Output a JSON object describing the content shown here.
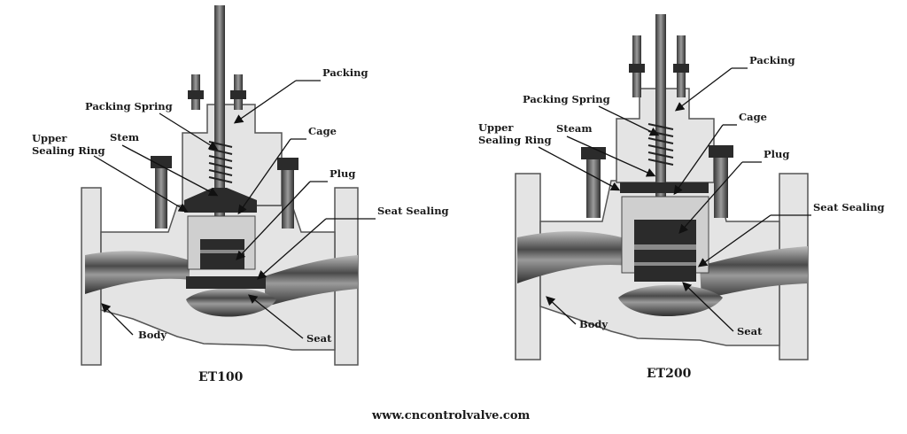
{
  "valves": [
    {
      "caption": "ET100",
      "labels": {
        "packing": "Packing",
        "packing_spring": "Packing Spring",
        "stem": "Stem",
        "upper_sealing_ring": [
          "Upper",
          "Sealing Ring"
        ],
        "cage": "Cage",
        "plug": "Plug",
        "seat_sealing": "Seat Sealing",
        "body": "Body",
        "seat": "Seat"
      }
    },
    {
      "caption": "ET200",
      "labels": {
        "packing": "Packing",
        "packing_spring": "Packing Spring",
        "stem": "Steam",
        "upper_sealing_ring": [
          "Upper",
          "Sealing Ring"
        ],
        "cage": "Cage",
        "plug": "Plug",
        "seat_sealing": "Seat Sealing",
        "body": "Body",
        "seat": "Seat"
      }
    }
  ],
  "website": "www.cncontrolvalve.com"
}
